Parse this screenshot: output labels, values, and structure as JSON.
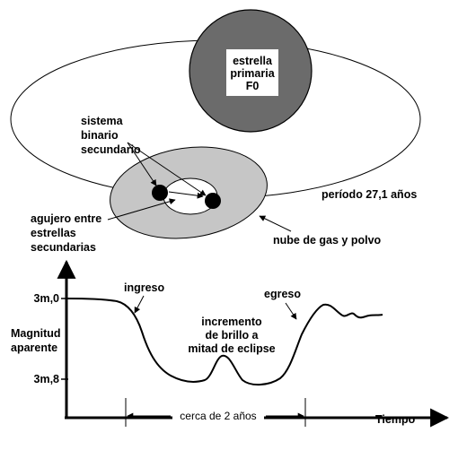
{
  "star": {
    "line1": "estrella",
    "line2": "primaria",
    "line3": "F0"
  },
  "binary_label": {
    "line1": "sistema",
    "line2": "binario",
    "line3": "secundario"
  },
  "period_label": "período 27,1 años",
  "hole_label": {
    "line1": "agujero entre",
    "line2": "estrellas",
    "line3": "secundarias"
  },
  "cloud_label": "nube de gas y polvo",
  "light_curve": {
    "ingress": "ingreso",
    "egress": "egreso",
    "brightening": {
      "line1": "incremento",
      "line2": "de brillo a",
      "line3": "mitad de eclipse"
    },
    "ylabel": {
      "line1": "Magnitud",
      "line2": "aparente"
    },
    "y_ticks": [
      "3m,0",
      "3m,8"
    ],
    "xlabel": "Tiempo",
    "duration": "cerca de 2 años"
  }
}
